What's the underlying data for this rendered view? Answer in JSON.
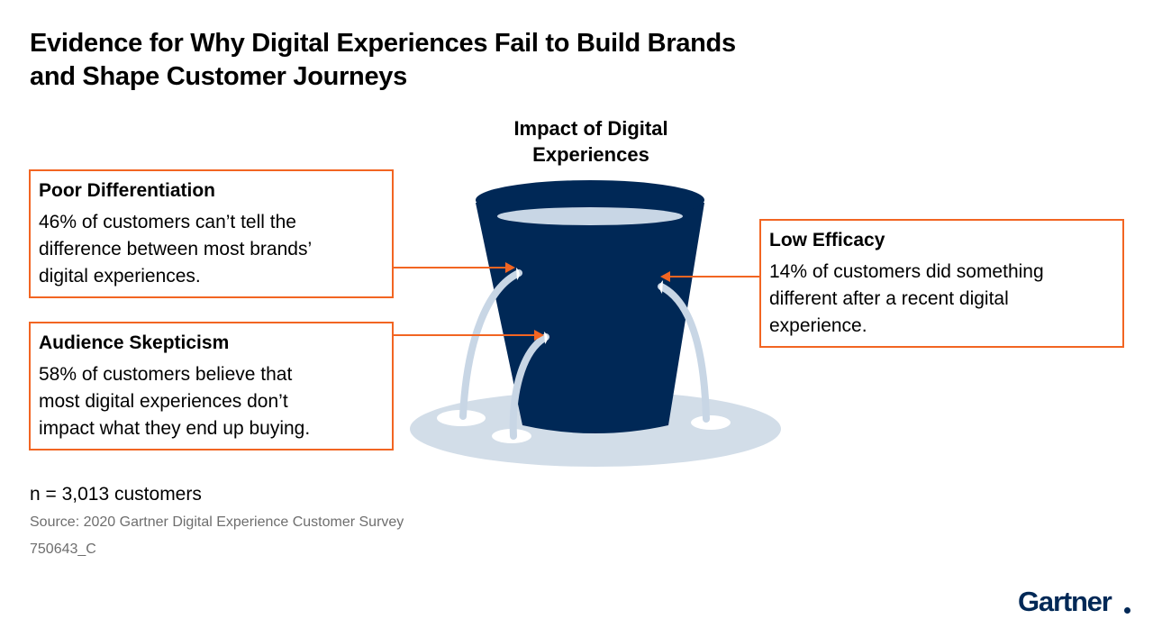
{
  "title": {
    "line1": "Evidence for Why Digital Experiences Fail to Build Brands",
    "line2": "and Shape Customer Journeys"
  },
  "bucket_label": {
    "line1": "Impact of Digital",
    "line2": "Experiences"
  },
  "boxes": {
    "poor_differentiation": {
      "heading": "Poor Differentiation",
      "lines": [
        "46% of customers can’t tell the",
        "difference between most brands’",
        "digital experiences."
      ]
    },
    "audience_skepticism": {
      "heading": "Audience Skepticism",
      "lines": [
        "58% of customers believe that",
        "most digital experiences don’t",
        "impact what they end up buying."
      ]
    },
    "low_efficacy": {
      "heading": "Low Efficacy",
      "lines": [
        "14% of customers did something",
        "different after a recent digital",
        "experience."
      ]
    }
  },
  "footer": {
    "sample": "n = 3,013 customers",
    "source": "Source: 2020 Gartner Digital Experience Customer Survey",
    "code": "750643_C"
  },
  "logo": "Gartner",
  "colors": {
    "bucket": "#002856",
    "water": "#c8d6e5",
    "accent": "#f26522",
    "puddle": "#d2dde8"
  }
}
